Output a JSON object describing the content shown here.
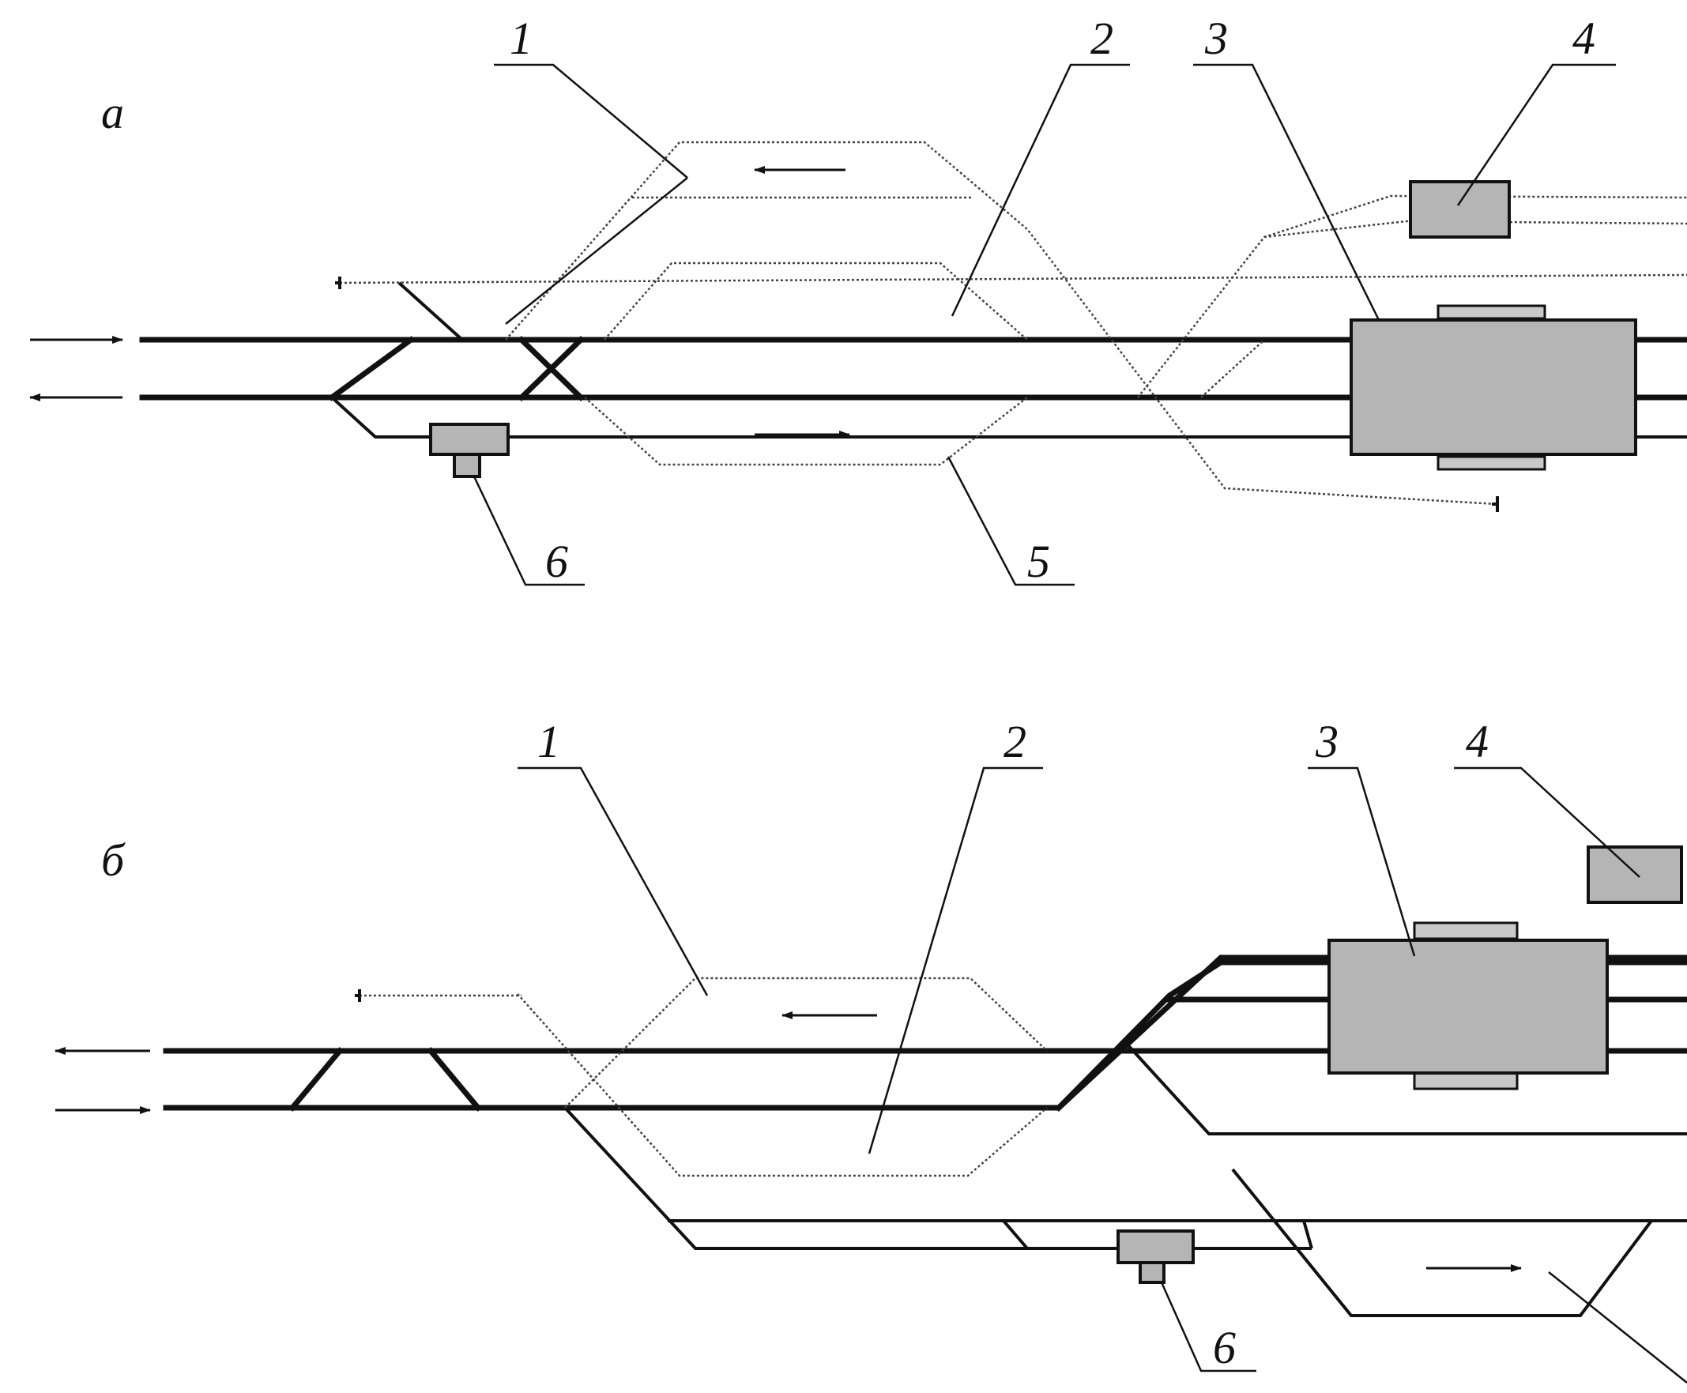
{
  "schemes": {
    "a": {
      "letter": "a",
      "labels": [
        "1",
        "2",
        "3",
        "4",
        "5",
        "6"
      ]
    },
    "b": {
      "letter": "б",
      "labels": [
        "1",
        "2",
        "3",
        "4",
        "6"
      ]
    }
  },
  "colors": {
    "track": "#111111",
    "building_fill": "#b5b5b5",
    "background": "#ffffff"
  }
}
